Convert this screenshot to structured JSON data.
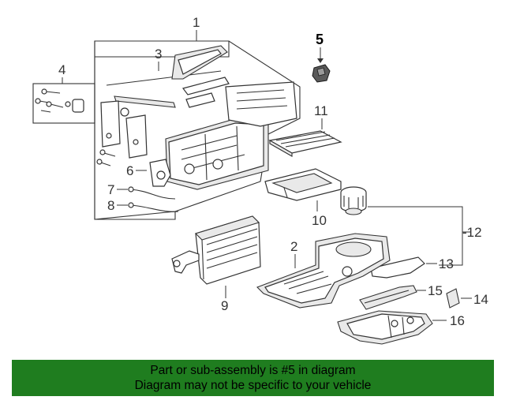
{
  "callouts": {
    "c1": "1",
    "c2": "2",
    "c3": "3",
    "c4": "4",
    "c5": "5",
    "c6": "6",
    "c7": "7",
    "c8": "8",
    "c9": "9",
    "c10": "10",
    "c11": "11",
    "c12": "-12",
    "c13": "13",
    "c14": "14",
    "c15": "15",
    "c16": "16"
  },
  "highlight_part": "5",
  "banner": {
    "line1": "Part or sub-assembly is #5 in diagram",
    "line2": "Diagram may not be specific to your vehicle"
  },
  "colors": {
    "banner_bg": "#1f7d1f",
    "line": "#333333",
    "background": "#ffffff"
  }
}
